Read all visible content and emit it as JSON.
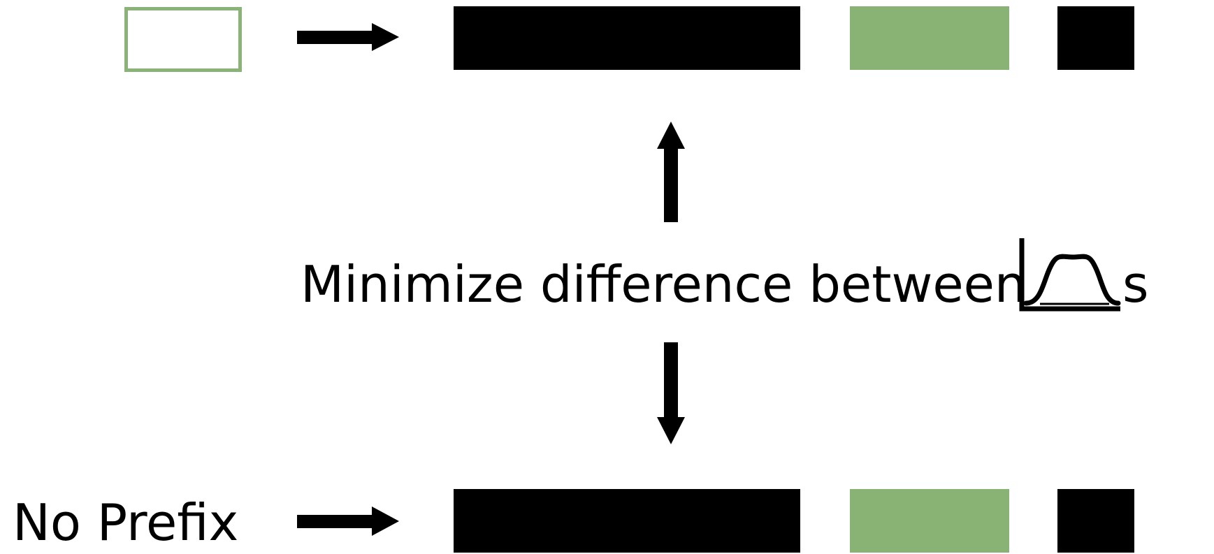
{
  "center_label": "Minimize difference between",
  "center_suffix": "s",
  "bottom_label": "No Prefix",
  "distribution_symbol": "distribution-curve-icon",
  "colors": {
    "black": "#000000",
    "green": "#89b275",
    "green_outline": "#8ab377"
  }
}
